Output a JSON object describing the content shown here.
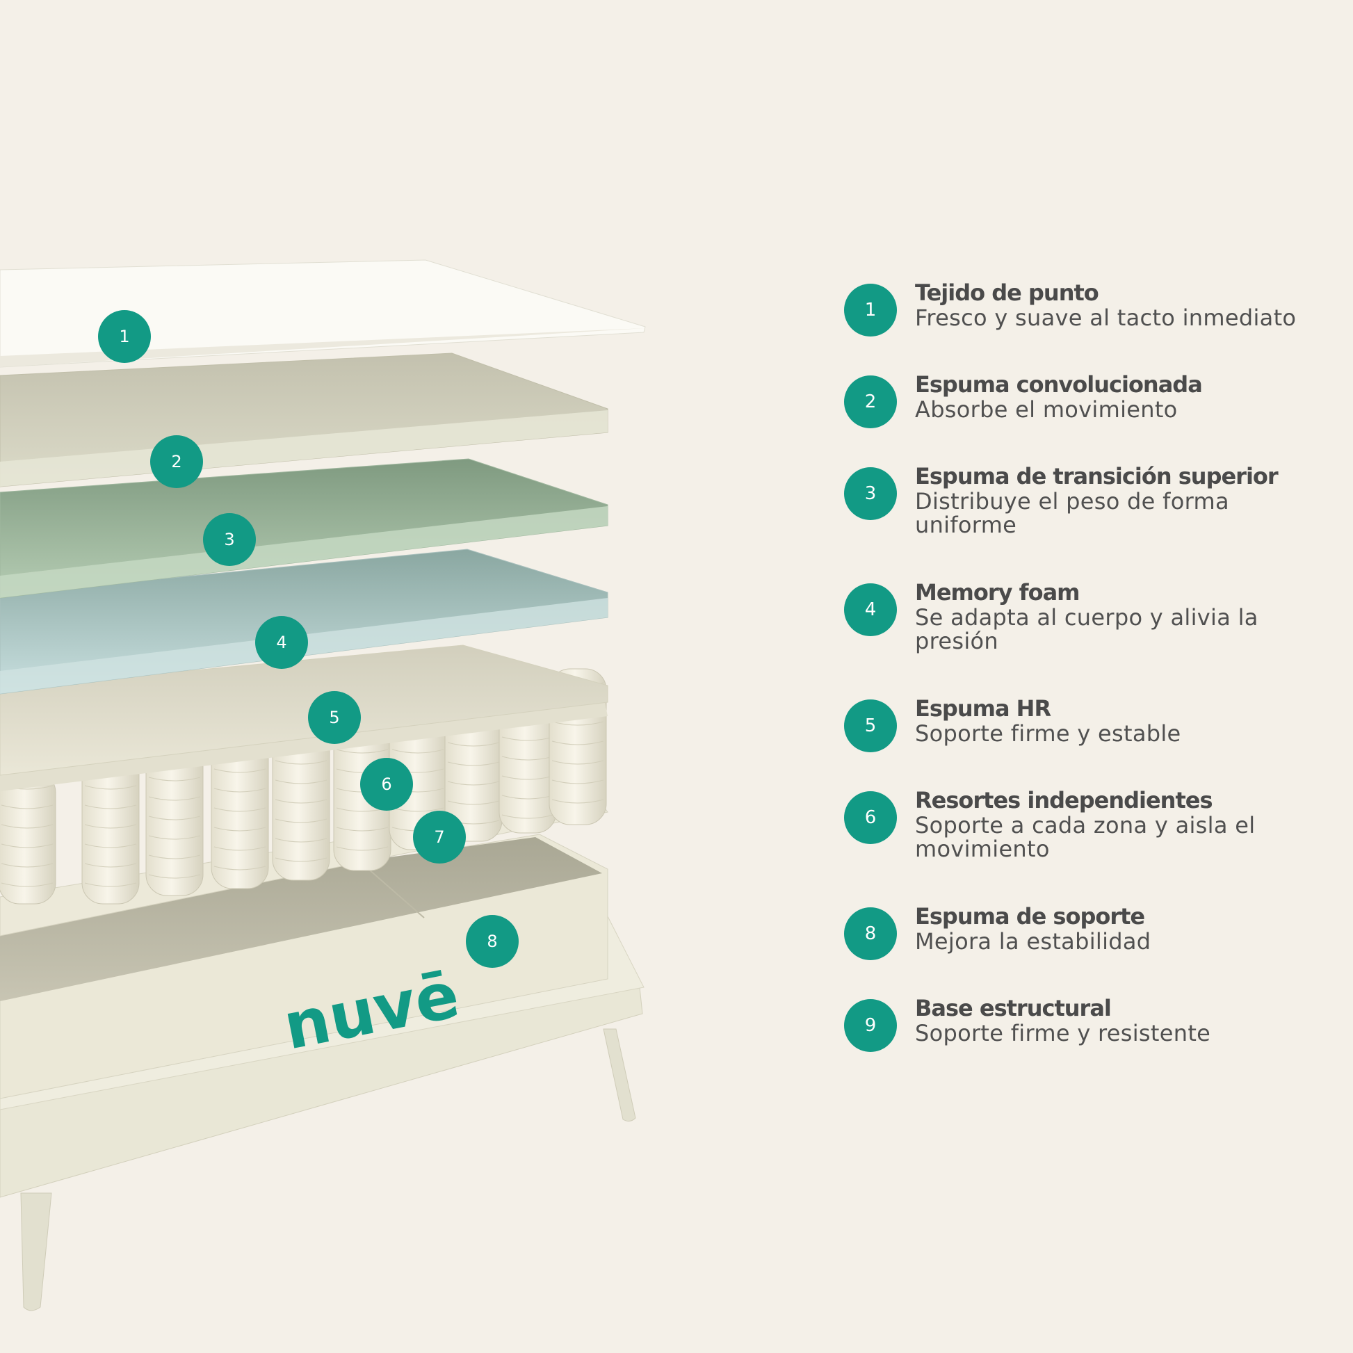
{
  "brand": {
    "logo_text": "nuvē",
    "accent_color": "#129a85",
    "background": "#f4f0e8"
  },
  "diagram_markers": [
    "1",
    "2",
    "3",
    "4",
    "5",
    "6",
    "7",
    "8"
  ],
  "legend": [
    {
      "number": "1",
      "title": "Tejido de punto",
      "description": "Fresco y suave al tacto inmediato"
    },
    {
      "number": "2",
      "title": "Espuma convolucionada",
      "description": "Absorbe el movimiento"
    },
    {
      "number": "3",
      "title": "Espuma de transición superior",
      "description": "Distribuye el peso de forma uniforme"
    },
    {
      "number": "4",
      "title": "Memory foam",
      "description": "Se adapta al cuerpo y alivia la presión"
    },
    {
      "number": "5",
      "title": "Espuma HR",
      "description": "Soporte firme y estable"
    },
    {
      "number": "6",
      "title": "Resortes independientes",
      "description": "Soporte a cada zona y aisla el movimiento"
    },
    {
      "number": "8",
      "title": "Espuma de soporte",
      "description": "Mejora la estabilidad"
    },
    {
      "number": "9",
      "title": "Base estructural",
      "description": "Soporte firme y resistente"
    }
  ]
}
